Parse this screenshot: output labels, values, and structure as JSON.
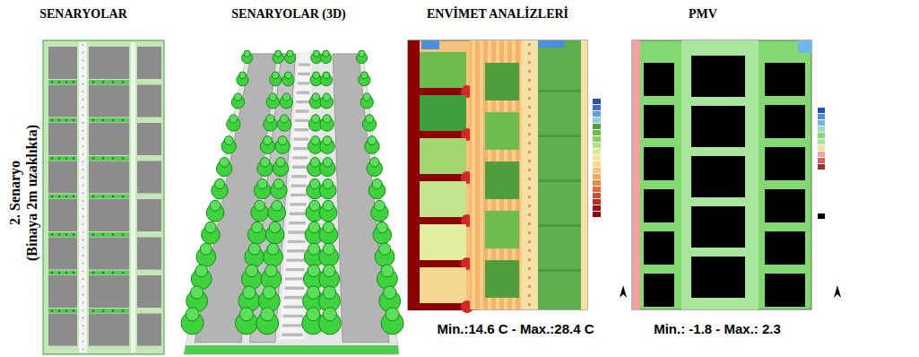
{
  "diagram": {
    "labels": [
      "SENARYOLAR",
      "SENARYOLAR (3D)",
      "ENVİMET ANALİZLERİ",
      "PMV",
      "2. Senaryo",
      "(Binaya 2m uzaklıkta)",
      "Min.:14.6 C - Max.:28.4 C",
      "Min.: -1.8 - Max.: 2.3"
    ]
  }
}
